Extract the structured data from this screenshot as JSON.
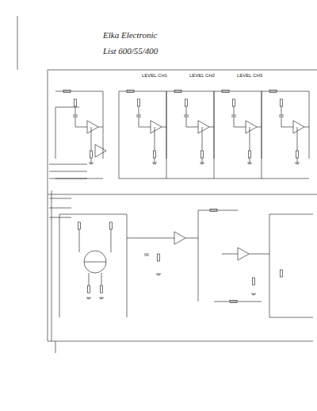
{
  "diagram": {
    "labels": [
      "Elka Electronic",
      "List 600/55/400",
      "LEVEL CH1",
      "LEVEL CH2",
      "LEVEL CH3"
    ]
  }
}
